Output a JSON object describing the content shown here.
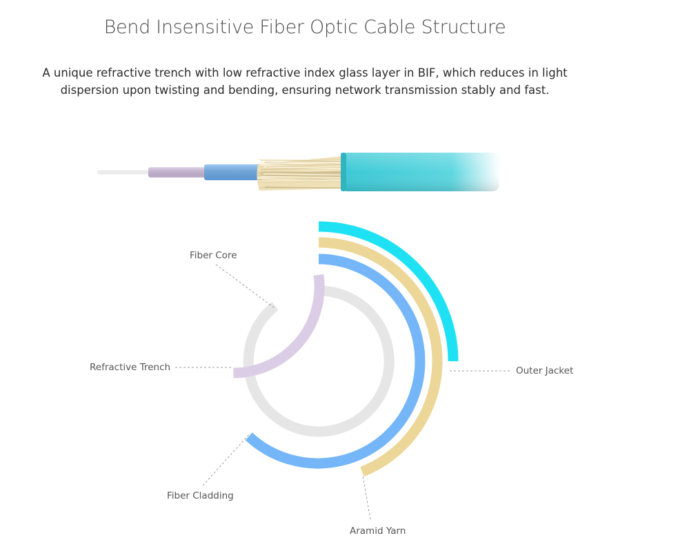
{
  "title": "Bend Insensitive Fiber Optic Cable Structure",
  "description": {
    "line1": "A unique refractive trench with low refractive index glass layer in BIF, which reduces in light",
    "line2": "dispersion upon twisting and bending, ensuring network transmission stably and fast."
  },
  "layers": [
    {
      "name": "Fiber Core",
      "color": "#e6e6e6"
    },
    {
      "name": "Refractive Trench",
      "color": "#dccde6"
    },
    {
      "name": "Fiber Cladding",
      "color": "#74b6f8"
    },
    {
      "name": "Aramid Yarn",
      "color": "#ecd698"
    },
    {
      "name": "Outer Jacket",
      "color": "#1ee2f3"
    }
  ],
  "cable_colors": {
    "fiber_core": "#f2f2f2",
    "buffer_coating": "#d2bde0",
    "tight_buffer": "#6aadee",
    "aramid_yarn": "#ecdcb2",
    "outer_jacket": "#3ac9d5"
  }
}
